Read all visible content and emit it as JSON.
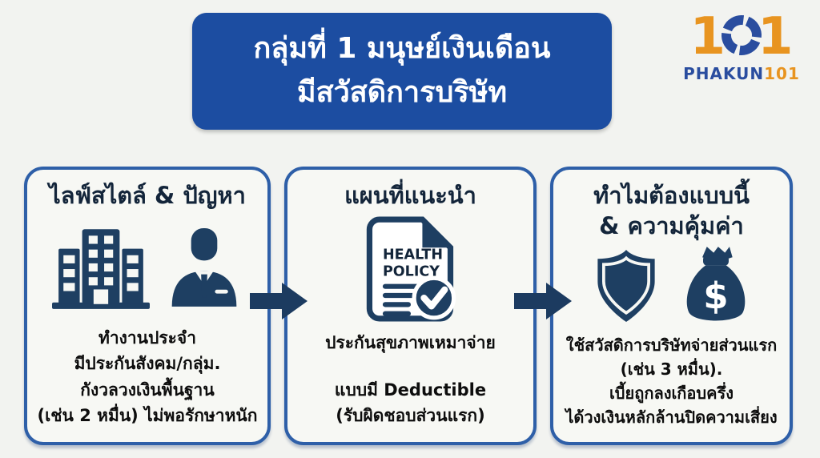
{
  "page": {
    "background": "#f2f3f0"
  },
  "title_banner": {
    "line1": "กลุ่มที่ 1 มนุษย์เงินเดือน",
    "line2": "มีสวัสดิการบริษัท",
    "bg_color": "#1c4da1",
    "text_color": "#ffffff"
  },
  "logo": {
    "digit_left": "1",
    "digit_right": "1",
    "wordmark_name": "PHAKUN",
    "wordmark_number": "101",
    "blue": "#2a4d9f",
    "orange": "#e89420"
  },
  "flow": {
    "arrow_color": "#1c3b60"
  },
  "colors": {
    "card_border": "#2e5fa8",
    "card_background": "#f7f8f4",
    "icon_navy": "#1e3f62",
    "heading_text": "#13253a",
    "body_text": "#0d0d0d"
  },
  "cards": [
    {
      "heading": "ไลฟ์สไตล์ & ปัญหา",
      "icons": [
        "office-buildings-icon",
        "businessman-icon"
      ],
      "lines": [
        "ทำงานประจำ",
        "มีประกันสังคม/กลุ่ม.",
        "กังวลวงเงินพื้นฐาน",
        "(เช่น 2 หมื่น) ไม่พอรักษาหนัก"
      ]
    },
    {
      "heading": "แผนที่แนะนำ",
      "icons": [
        "health-policy-document-icon"
      ],
      "document_label_line1": "HEALTH",
      "document_label_line2": "POLICY",
      "lines": [
        "ประกันสุขภาพเหมาจ่าย",
        "แบบมี Deductible",
        "(รับผิดชอบส่วนแรก)"
      ]
    },
    {
      "heading_line1": "ทำไมต้องแบบนี้",
      "heading_line2": "& ความคุ้มค่า",
      "icons": [
        "shield-icon",
        "money-bag-icon"
      ],
      "money_symbol": "$",
      "lines": [
        "ใช้สวัสดิการบริษัทจ่ายส่วนแรก",
        "(เช่น 3 หมื่น).",
        "เบี้ยถูกลงเกือบครึ่ง",
        "ได้วงเงินหลักล้านปิดความเสี่ยง"
      ]
    }
  ]
}
